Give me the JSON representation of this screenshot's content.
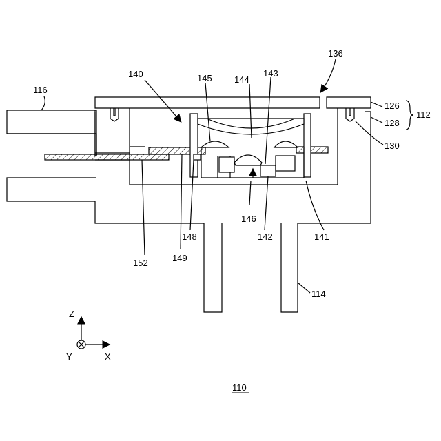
{
  "figure": {
    "number": "110",
    "labels": {
      "l116": "116",
      "l140": "140",
      "l145": "145",
      "l144": "144",
      "l143": "143",
      "l136": "136",
      "l126": "126",
      "l128": "128",
      "l112": "112",
      "l130": "130",
      "l146": "146",
      "l148": "148",
      "l142": "142",
      "l141": "141",
      "l152": "152",
      "l149": "149",
      "l114": "114"
    },
    "axes": {
      "z": "Z",
      "x": "X",
      "y": "Y"
    }
  }
}
